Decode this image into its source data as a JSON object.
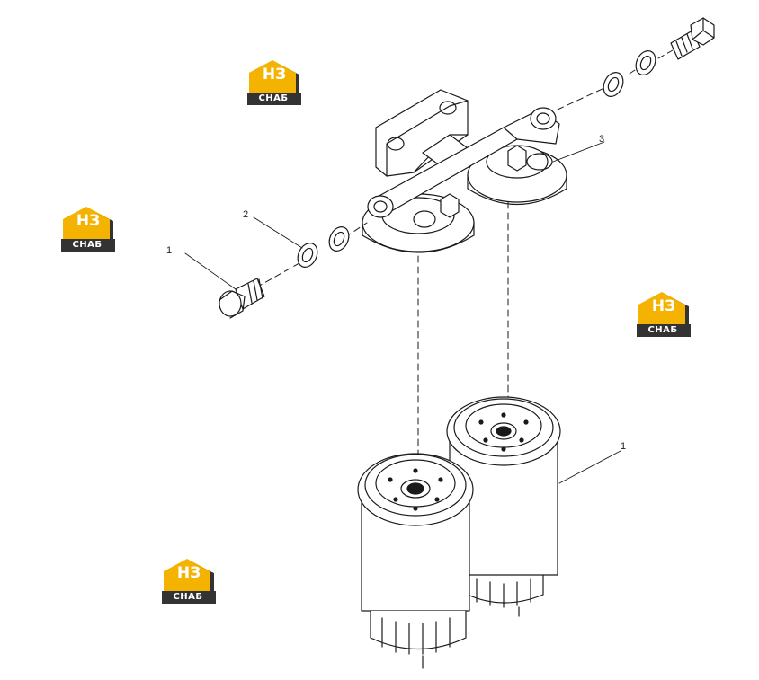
{
  "logo": {
    "mark": "НЗ",
    "text": "СНАБ",
    "colors": {
      "yellow": "#f3b300",
      "dark": "#333333"
    }
  },
  "callouts": [
    {
      "id": "c1_left",
      "label": "1"
    },
    {
      "id": "c2",
      "label": "2"
    },
    {
      "id": "c3",
      "label": "3"
    },
    {
      "id": "c1_right",
      "label": "1"
    }
  ],
  "colors": {
    "line": "#1a1a1a",
    "background": "#ffffff"
  }
}
